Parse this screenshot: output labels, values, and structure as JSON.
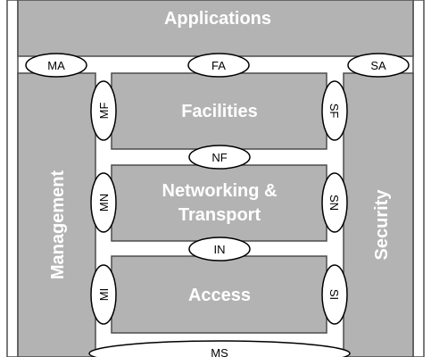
{
  "colors": {
    "block_fill": "#b3b3b3",
    "block_stroke": "#4d4d4d",
    "background": "#ffffff",
    "layer_text": "#ffffff",
    "interface_fill": "#ffffff",
    "interface_stroke": "#000000",
    "interface_text": "#000000"
  },
  "layers": {
    "applications": "Applications",
    "facilities": "Facilities",
    "networking_line1": "Networking &",
    "networking_line2": "Transport",
    "access": "Access",
    "management": "Management",
    "security": "Security"
  },
  "interfaces": {
    "ma": "MA",
    "fa": "FA",
    "sa": "SA",
    "mf": "MF",
    "sf": "SF",
    "nf": "NF",
    "mn": "MN",
    "sn": "SN",
    "in": "IN",
    "mi": "MI",
    "si": "SI",
    "ms": "MS"
  }
}
